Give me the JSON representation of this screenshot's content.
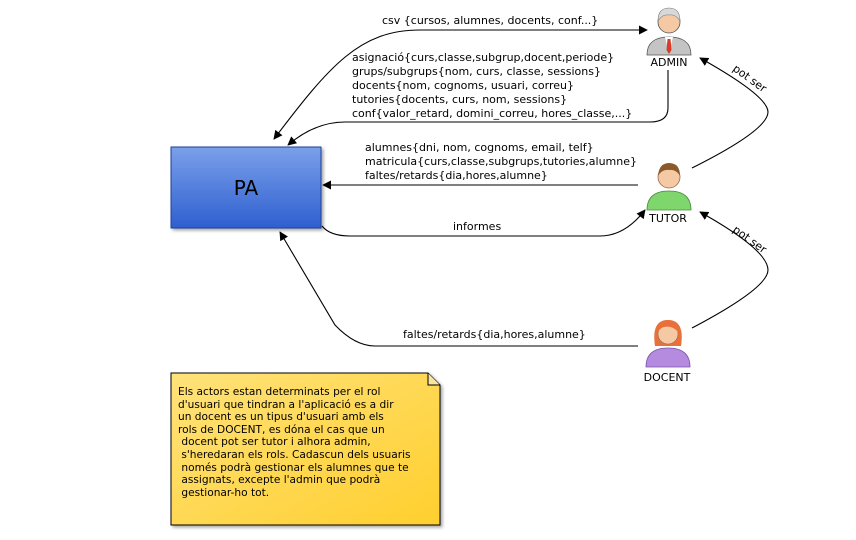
{
  "pa": {
    "label": "PA"
  },
  "actors": {
    "admin": "ADMIN",
    "tutor": "TUTOR",
    "docent": "DOCENT"
  },
  "edges": {
    "csv": "csv {cursos, alumnes, docents, conf...}",
    "admin_to_pa": [
      "asignació{curs,classe,subgrup,docent,periode}",
      "grups/subgrups{nom, curs, classe, sessions}",
      "docents{nom, cognoms, usuari, correu}",
      "tutories{docents, curs, nom, sessions}",
      "conf{valor_retard, domini_correu, hores_classe,...}"
    ],
    "tutor_to_pa": [
      "alumnes{dni, nom, cognoms, email, telf}",
      "matricula{curs,classe,subgrups,tutories,alumne}",
      "faltes/retards{dia,hores,alumne}"
    ],
    "informes": "informes",
    "docent_to_pa": "faltes/retards{dia,hores,alumne}",
    "pot_ser_1": "pot ser",
    "pot_ser_2": "pot ser"
  },
  "note": {
    "lines": [
      "Els actors estan determinats per el rol",
      "d'usuari que tindran a l'aplicació es a dir",
      "un docent es un tipus d'usuari amb els",
      "rols de DOCENT, es dóna el cas que un",
      " docent pot ser tutor i alhora admin,",
      " s'heredaran els rols. Cadascun dels usuaris",
      " només podrà gestionar els alumnes que te",
      " assignats, excepte l'admin que podrà",
      " gestionar-ho tot."
    ]
  },
  "colors": {
    "pa_top": "#7aa0ea",
    "pa_bottom": "#2f5fcf",
    "note_fill": "#ffd84a",
    "admin_shirt": "#c4c4c4",
    "tutor_shirt": "#7fd66d",
    "docent_shirt": "#b58be0",
    "skin": "#f6c9a5",
    "tie": "#d93a2a"
  }
}
